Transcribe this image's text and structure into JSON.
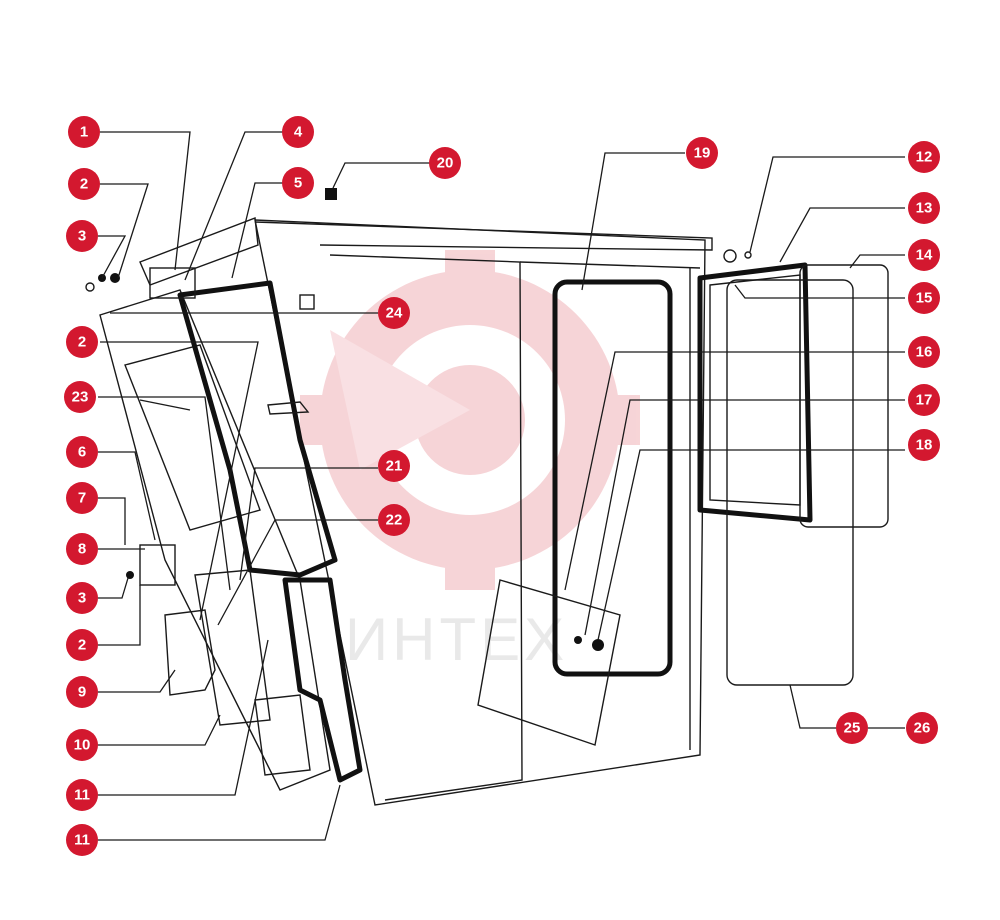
{
  "watermark": {
    "text": "ИНТЕХ",
    "color": "#f4c4c8"
  },
  "callout_color": "#d3182f",
  "callouts": [
    {
      "n": "1"
    },
    {
      "n": "2"
    },
    {
      "n": "3"
    },
    {
      "n": "4"
    },
    {
      "n": "5"
    },
    {
      "n": "20"
    },
    {
      "n": "19"
    },
    {
      "n": "12"
    },
    {
      "n": "13"
    },
    {
      "n": "14"
    },
    {
      "n": "15"
    },
    {
      "n": "24"
    },
    {
      "n": "2"
    },
    {
      "n": "23"
    },
    {
      "n": "16"
    },
    {
      "n": "17"
    },
    {
      "n": "18"
    },
    {
      "n": "6"
    },
    {
      "n": "21"
    },
    {
      "n": "7"
    },
    {
      "n": "22"
    },
    {
      "n": "8"
    },
    {
      "n": "3"
    },
    {
      "n": "2"
    },
    {
      "n": "9"
    },
    {
      "n": "10"
    },
    {
      "n": "25"
    },
    {
      "n": "26"
    },
    {
      "n": "11"
    },
    {
      "n": "11"
    }
  ]
}
